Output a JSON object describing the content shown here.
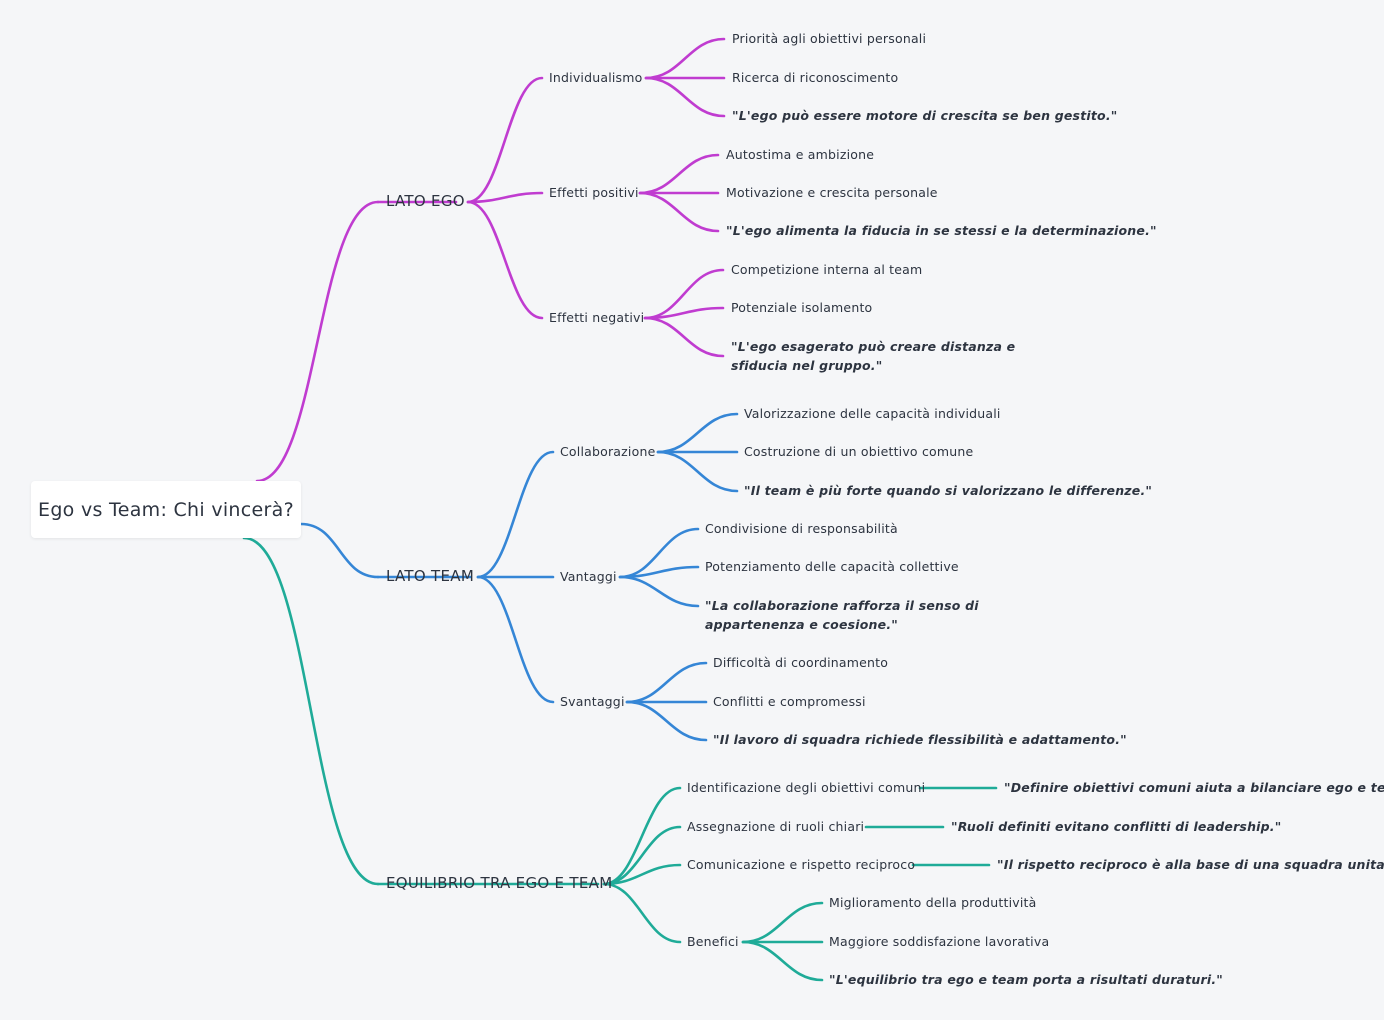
{
  "colors": {
    "ego": "#c03cd0",
    "team": "#3586d6",
    "balance": "#1fab98"
  },
  "root": "Ego vs Team: Chi vincerà?",
  "ego": {
    "title": "LATO EGO",
    "individualismo": {
      "label": "Individualismo",
      "items": [
        "Priorità agli obiettivi personali",
        "Ricerca di riconoscimento",
        "\"L'ego può essere motore di crescita se ben gestito.\""
      ]
    },
    "positivi": {
      "label": "Effetti positivi",
      "items": [
        "Autostima e ambizione",
        "Motivazione e crescita personale",
        "\"L'ego alimenta la fiducia in se stessi e la determinazione.\""
      ]
    },
    "negativi": {
      "label": "Effetti negativi",
      "items": [
        "Competizione interna al team",
        "Potenziale isolamento",
        "\"L'ego esagerato può creare distanza e sfiducia nel gruppo.\""
      ]
    }
  },
  "team": {
    "title": "LATO TEAM",
    "collaborazione": {
      "label": "Collaborazione",
      "items": [
        "Valorizzazione delle capacità individuali",
        "Costruzione di un obiettivo comune",
        "\"Il team è più forte quando si valorizzano le differenze.\""
      ]
    },
    "vantaggi": {
      "label": "Vantaggi",
      "items": [
        "Condivisione di responsabilità",
        "Potenziamento delle capacità collettive",
        "\"La collaborazione rafforza il senso di appartenenza e coesione.\""
      ]
    },
    "svantaggi": {
      "label": "Svantaggi",
      "items": [
        "Difficoltà di coordinamento",
        "Conflitti e compromessi",
        "\"Il lavoro di squadra richiede flessibilità e adattamento.\""
      ]
    }
  },
  "balance": {
    "title": "EQUILIBRIO TRA EGO E TEAM",
    "obiettivi": {
      "label": "Identificazione degli obiettivi comuni",
      "quote": "\"Definire obiettivi comuni aiuta a bilanciare ego e team.\""
    },
    "ruoli": {
      "label": "Assegnazione di ruoli chiari",
      "quote": "\"Ruoli definiti evitano conflitti di leadership.\""
    },
    "comunicazione": {
      "label": "Comunicazione e rispetto reciproco",
      "quote": "\"Il rispetto reciproco è alla base di una squadra unita.\""
    },
    "benefici": {
      "label": "Benefici",
      "items": [
        "Miglioramento della produttività",
        "Maggiore soddisfazione lavorativa",
        "\"L'equilibrio tra ego e team porta a risultati duraturi.\""
      ]
    }
  }
}
